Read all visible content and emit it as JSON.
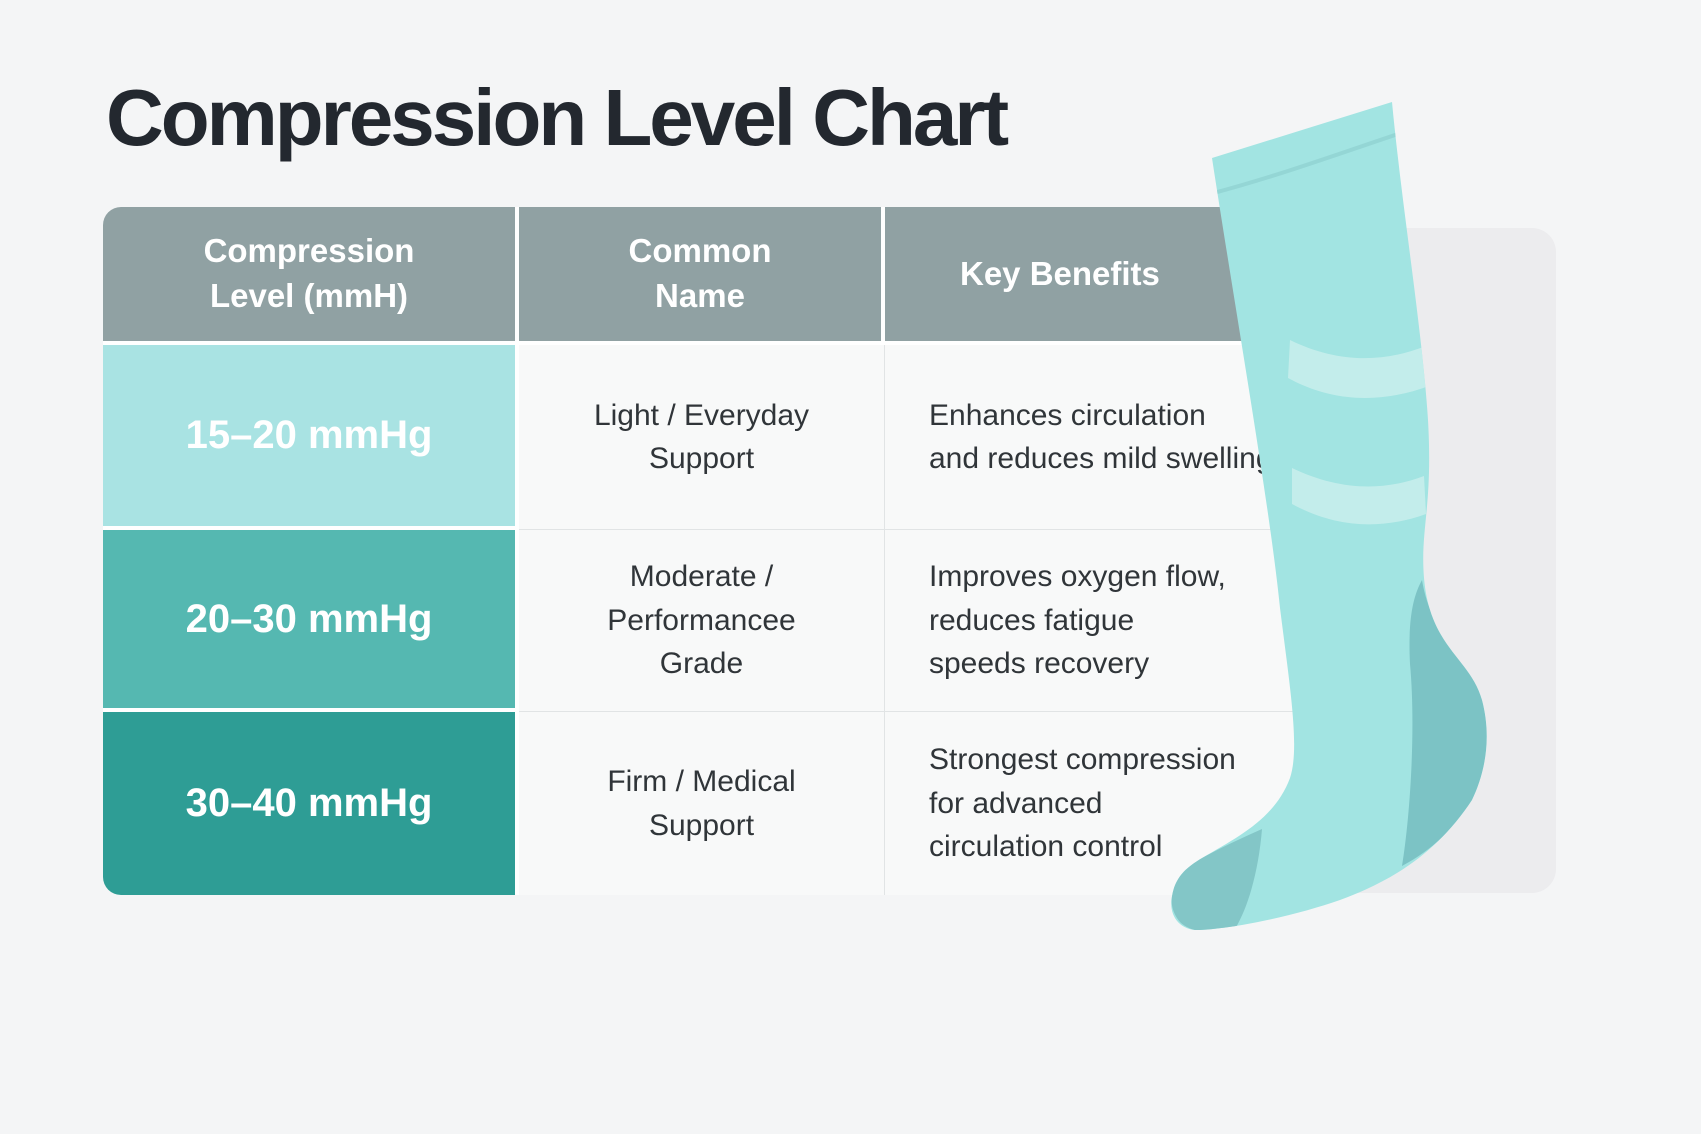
{
  "page": {
    "title": "Compression Level Chart",
    "background_color": "#f4f5f6",
    "title_color": "#23282f"
  },
  "table": {
    "header_bg": "#90a1a3",
    "header_text_color": "#ffffff",
    "cell_bg": "#f8f9f9",
    "cell_text_color": "#303539",
    "headers": [
      {
        "label": "Compression\nLevel (mmH)"
      },
      {
        "label": "Common\nName"
      },
      {
        "label": "Key Benefits"
      }
    ],
    "rows": [
      {
        "level": "15–20 mmHg",
        "level_bg": "#a9e3e3",
        "name": "Light / Everyday\nSupport",
        "benefits": "Enhances circulation\nand reduces mild swelling"
      },
      {
        "level": "20–30 mmHg",
        "level_bg": "#55b8b1",
        "name": "Moderate /\nPerformancee\nGrade",
        "benefits": "Improves oxygen flow,\nreduces fatigue\nspeeds recovery"
      },
      {
        "level": "30–40 mmHg",
        "level_bg": "#2e9d95",
        "name": "Firm / Medical\nSupport",
        "benefits": "Strongest compression\nfor advanced\ncirculation control"
      }
    ]
  },
  "illustration": {
    "name": "knee-high compression sock",
    "card_color": "#ececee",
    "body_color": "#a2e4e2",
    "band_color": "#c9efec",
    "cuff_line_color": "#8fd2d0",
    "heel_color": "#7cc3c5",
    "toe_color": "#83c6c7"
  }
}
